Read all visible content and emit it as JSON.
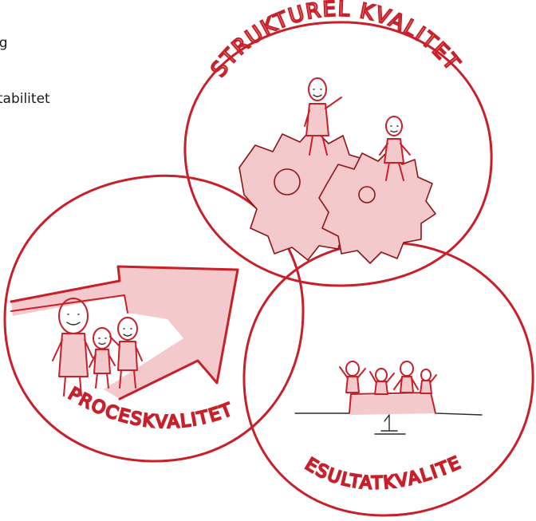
{
  "text_lines": [
    "ng",
    "stabilitet"
  ],
  "circles": {
    "structural": {
      "label": "STRUKTUREL KVALITET"
    },
    "process": {
      "label": "PROCESKVALITET"
    },
    "result": {
      "label": "RESULTATKVALITET"
    }
  },
  "colors": {
    "ink": "#c8202a",
    "shade": "#f4c9cb"
  },
  "icons": [
    "people-icon",
    "gears-icon",
    "arrow-icon",
    "podium-icon"
  ]
}
